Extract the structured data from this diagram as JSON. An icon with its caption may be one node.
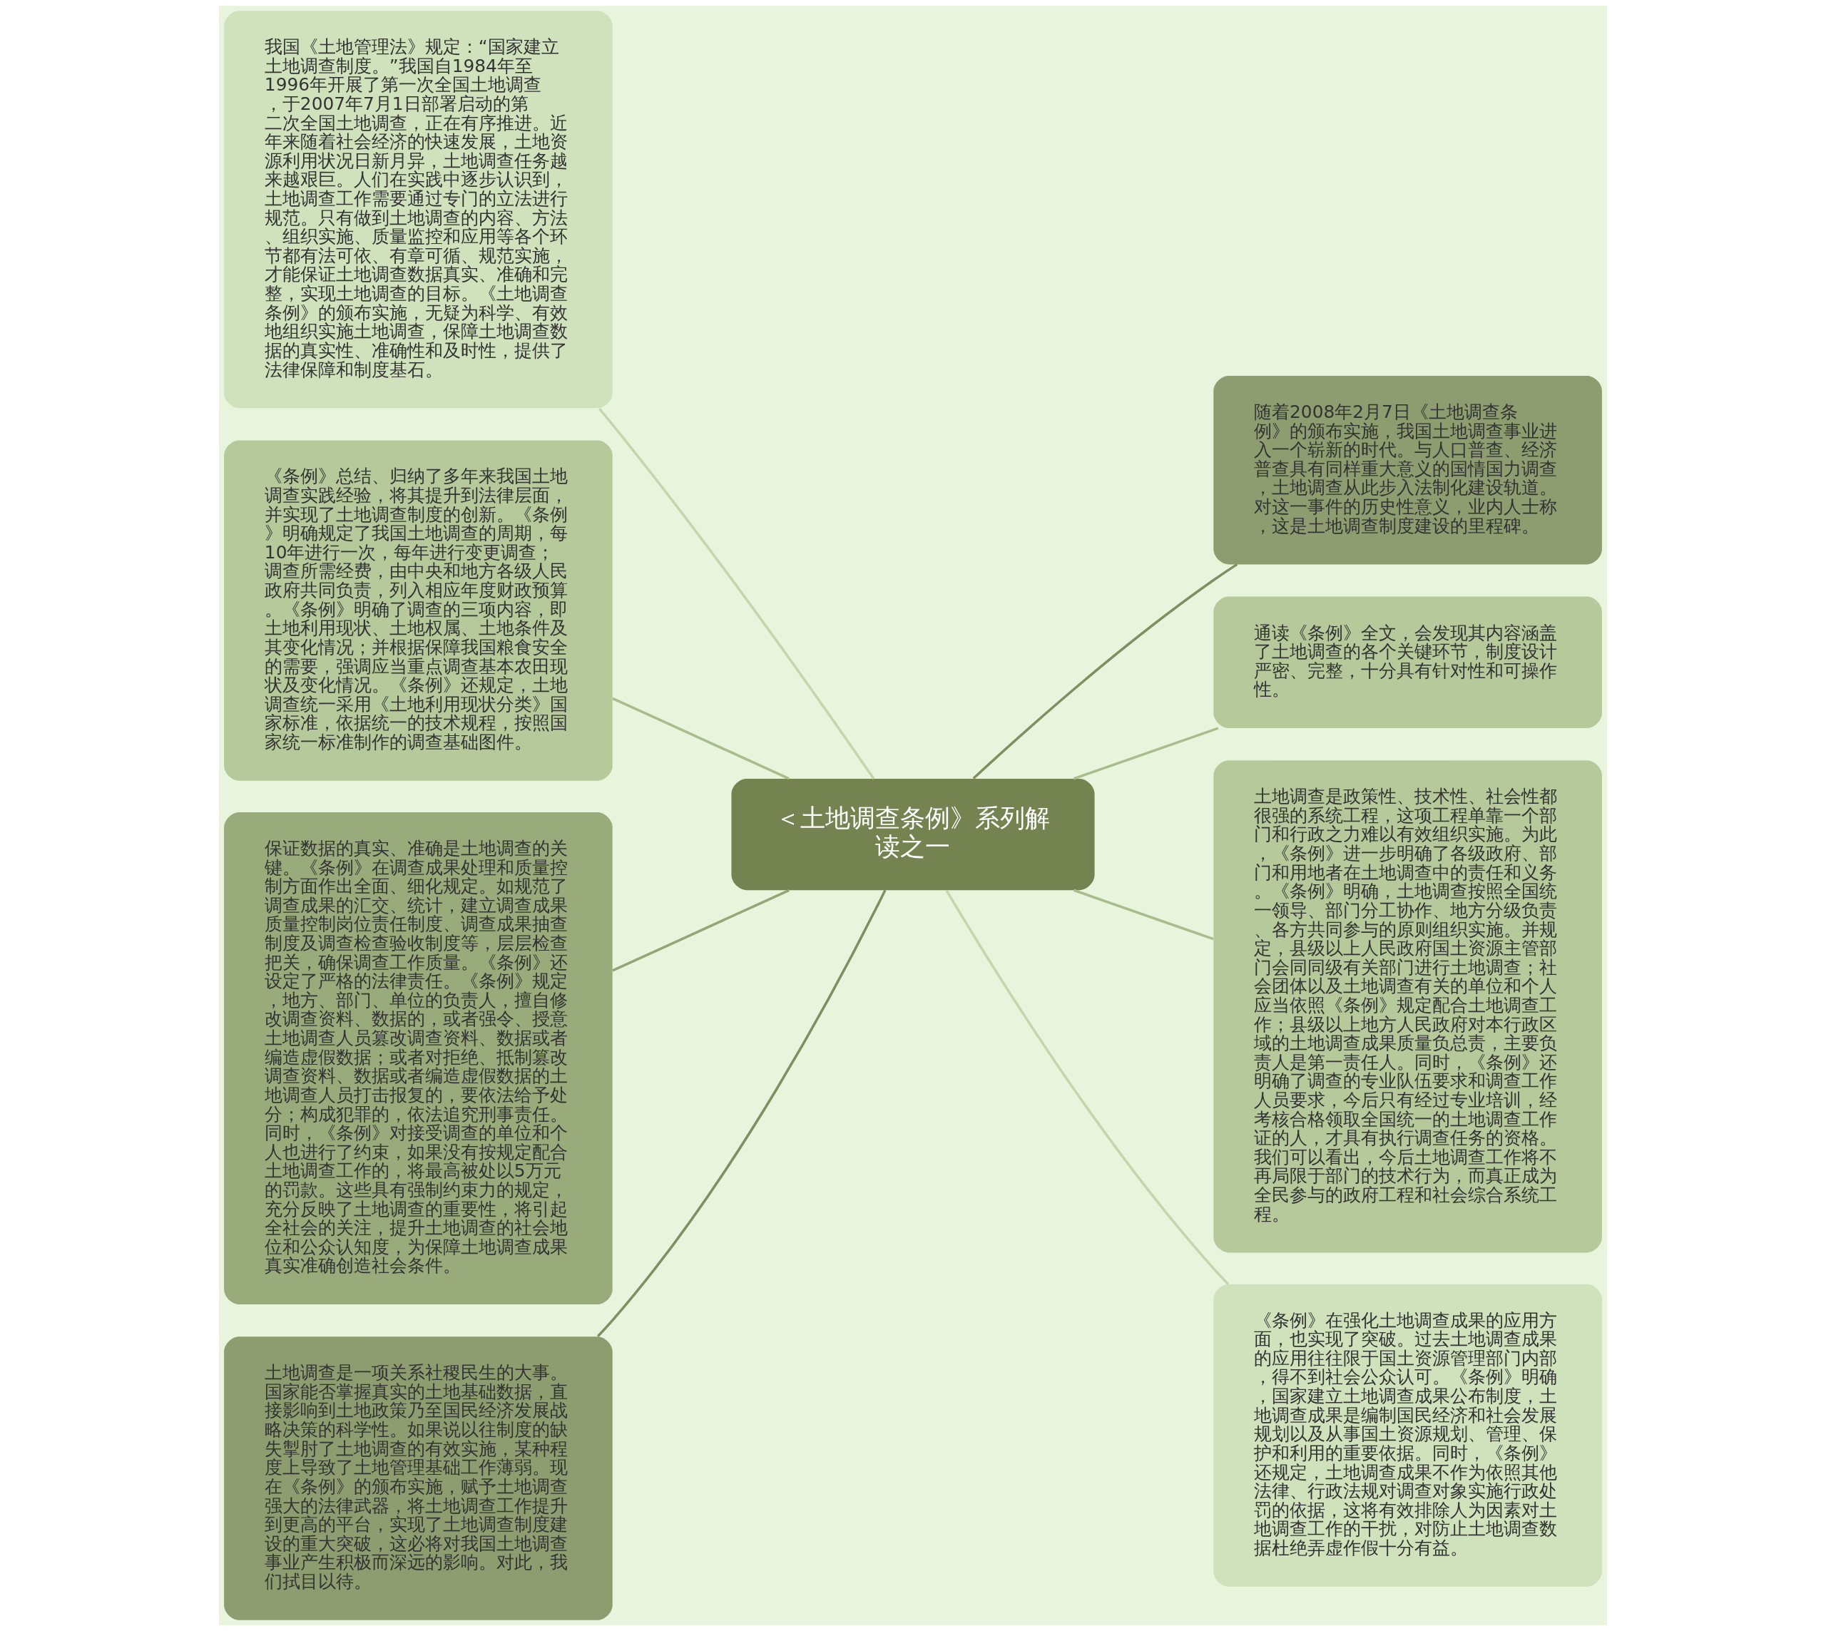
{
  "diagram": {
    "nodes": [
      {
        "text": [
          "＜土地调查条例》系列解读之一"
        ]
      },
      {
        "text": [
          "我国《土地管理法》规定：“国家建立土地调查制度。”我国自1984年至1996年开展了第一次全国土地调查，于2007年7月1日部署启动的第二次全国土地调查，正在有序推进。近年来随着社会经济的快速发展，土地资源利用状况日新月异，土地调查任务越来越艰巨。人们在实践中逐步认识到，土地调查工作需要通过专门的立法进行规范。只有做到土地调查的内容、方法、组织实施、质量监控和应用等各个环节都有法可依、有章可循、规范实施，才能保证土地调查数据真实、准确和完整，实现土地调查的目标。《土地调查条例》的颁布实施，无疑为科学、有效地组织实施土地调查，保障土地调查数据的真实性、准确性和及时性，提供了法律保障和制度基石。"
        ]
      },
      {
        "text": [
          "《条例》总结、归纳了多年来我国土地调查实践经验，将其提升到法律层面，并实现了土地调查制度的创新。《条例》明确规定了我国土地调查的周期，每10年进行一次，每年进行变更调查；调查所需经费，由中央和地方各级人民政府共同负责，列入相应年度财政预算。《条例》明确了调查的三项内容，即土地利用现状、土地权属、土地条件及其变化情况；并根据保障我国粮食安全的需要，强调应当重点调查基本农田现状及变化情况。《条例》还规定，土地调查统一采用《土地利用现状分类》国家标准，依据统一的技术规程，按照国家统一标准制作的调查基础图件。"
        ]
      },
      {
        "text": [
          "保证数据的真实、准确是土地调查的关键。《条例》在调查成果处理和质量控制方面作出全面、细化规定。如规范了调查成果的汇交、统计，建立调查成果质量控制岗位责任制度、调查成果抽查制度及调查检查验收制度等，层层检查把关，确保调查工作质量。《条例》还设定了严格的法律责任。《条例》规定，地方、部门、单位的负责人，擅自修改调查资料、数据的，或者强令、授意土地调查人员篡改调查资料、数据或者编造虚假数据；或者对拒绝、抵制篡改调查资料、数据或者编造虚假数据的土地调查人员打击报复的，要依法给予处分；构成犯罪的，依法追究刑事责任。同时，《条例》对接受调查的单位和个人也进行了约束，如果没有按规定配合土地调查工作的，将最高被处以5万元的罚款。这些具有强制约束力的规定，充分反映了土地调查的重要性，将引起全社会的关注，提升土地调查的社会地位和公众认知度，为保障土地调查成果真实准确创造社会条件。"
        ]
      },
      {
        "text": [
          "土地调查是一项关系社稷民生的大事。国家能否掌握真实的土地基础数据，直接影响到土地政策乃至国民经济发展战略决策的科学性。如果说以往制度的缺失掣肘了土地调查的有效实施，某种程度上导致了土地管理基础工作薄弱。现在《条例》的颁布实施，赋予土地调查强大的法律武器，将土地调查工作提升到更高的平台，实现了土地调查制度建设的重大突破，这必将对我国土地调查事业产生积极而深远的影响。对此，我们拭目以待。"
        ]
      },
      {
        "text": [
          "随着2008年2月7日《土地调查条例》的颁布实施，我国土地调查事业进入一个崭新的时代。与人口普查、经济普查具有同样重大意义的国情国力调查，土地调查从此步入法制化建设轨道。对这一事件的历史性意义，业内人士称，这是土地调查制度建设的里程碑。"
        ]
      },
      {
        "text": [
          "通读《条例》全文，会发现其内容涵盖了土地调查的各个关键环节，制度设计严密、完整，十分具有针对性和可操作性。"
        ]
      },
      {
        "text": [
          "土地调查是政策性、技术性、社会性都很强的系统工程，这项工程单靠一个部门和行政之力难以有效组织实施。为此，《条例》进一步明确了各级政府、部门和用地者在土地调查中的责任和义务。《条例》明确，土地调查按照全国统一领导、部门分工协作、地方分级负责、各方共同参与的原则组织实施。并规定，县级以上人民政府国土资源主管部门会同同级有关部门进行土地调查；社会团体以及土地调查有关的单位和个人应当依照《条例》规定配合土地调查工作；县级以上地方人民政府对本行政区域的土地调查成果质量负总责，主要负责人是第一责任人。同时，《条例》还明确了调查的专业队伍要求和调查工作人员要求，今后只有经过专业培训，经考核合格领取全国统一的土地调查工作证的人，才具有执行调查任务的资格。我们可以看出，今后土地调查工作将不再局限于部门的技术行为，而真正成为全民参与的政府工程和社会综合系统工程。"
        ]
      },
      {
        "text": [
          "《条例》在强化土地调查成果的应用方面，也实现了突破。过去土地调查成果的应用往往限于国土资源管理部门内部，得不到社会公众认可。《条例》明确，国家建立土地调查成果公布制度，土地调查成果是编制国民经济和社会发展规划以及从事国土资源规划、管理、保护和利用的重要依据。同时，《条例》还规定，土地调查成果不作为依照其他法律、行政法规对调查对象实施行政处罚的依据，这将有效排除人为因素对土地调查工作的干扰，对防止土地调查数据杜绝弄虚作假十分有益。"
        ]
      }
    ],
    "edges": [
      {
        "from": 1,
        "to": 0,
        "arrow": "none"
      },
      {
        "from": 2,
        "to": 0,
        "arrow": "none"
      },
      {
        "from": 3,
        "to": 0,
        "arrow": "none"
      },
      {
        "from": 4,
        "to": 0,
        "arrow": "none"
      },
      {
        "from": 0,
        "to": 5,
        "arrow": "none"
      },
      {
        "from": 0,
        "to": 6,
        "arrow": "none"
      },
      {
        "from": 0,
        "to": 7,
        "arrow": "none"
      },
      {
        "from": 0,
        "to": 8,
        "arrow": "none"
      }
    ]
  }
}
